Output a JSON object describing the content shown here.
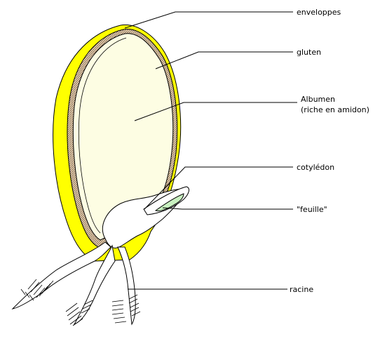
{
  "labels": {
    "enveloppes": "enveloppes",
    "gluten": "gluten",
    "albumen_line1": "Albumen",
    "albumen_line2": "(riche en amidon)",
    "cotyledon": "cotylédon",
    "feuille": "\"feuille\"",
    "racine": "racine"
  },
  "colors": {
    "seed_coat": "#ffff00",
    "albumen": "#fdfde3",
    "gluten_layer": "#c8a882",
    "leaf": "#c8f0c0",
    "embryo": "#ffffff",
    "line": "#000000"
  }
}
